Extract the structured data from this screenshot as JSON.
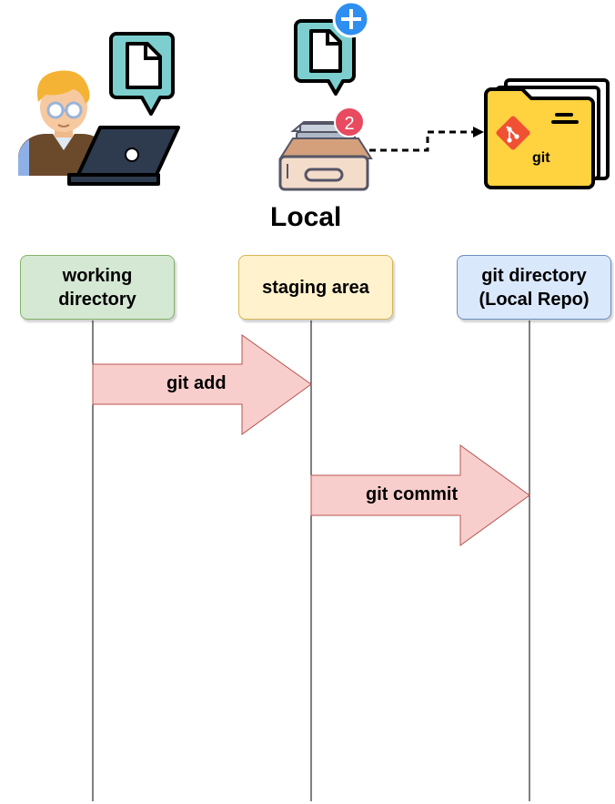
{
  "title": "Local",
  "lanes": [
    {
      "label_line1": "working",
      "label_line2": "directory",
      "fill": "#d5e8d4",
      "stroke": "#82b366"
    },
    {
      "label_line1": "staging area",
      "label_line2": "",
      "fill": "#fff2cc",
      "stroke": "#d6b656"
    },
    {
      "label_line1": "git directory",
      "label_line2": "(Local Repo)",
      "fill": "#dae8fc",
      "stroke": "#6c8ebf"
    }
  ],
  "arrows": [
    {
      "label": "git add",
      "from": "working directory",
      "to": "staging area"
    },
    {
      "label": "git commit",
      "from": "staging area",
      "to": "git directory (Local Repo)"
    }
  ],
  "icons": {
    "developer": "developer-at-laptop-icon",
    "staging": "inbox-tray-icon",
    "repo": "git-folder-icon",
    "badge_count": "2",
    "git_text": "git"
  },
  "colors": {
    "arrow_fill": "#f8cecc",
    "arrow_stroke": "#b85450",
    "accent_blue": "#2f8ff0",
    "badge_red": "#e84a5f",
    "folder_yellow": "#ffd23f",
    "git_orange": "#f05133",
    "bubble_teal": "#7ccfce"
  }
}
